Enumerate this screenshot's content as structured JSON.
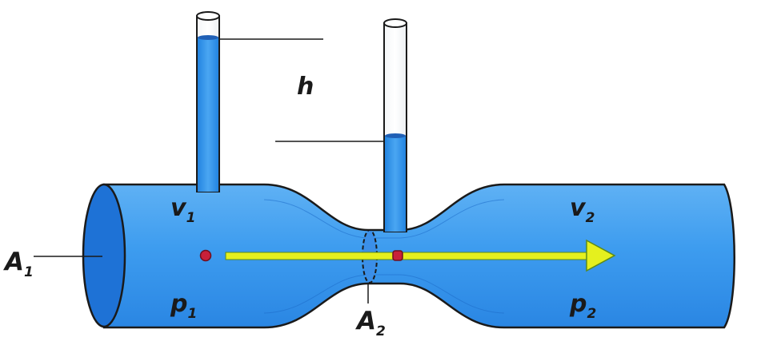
{
  "labels": {
    "h": "h",
    "A1_main": "A",
    "A1_sub": "1",
    "A2_main": "A",
    "A2_sub": "2",
    "v1_main": "v",
    "v1_sub": "1",
    "v2_main": "v",
    "v2_sub": "2",
    "p1_main": "p",
    "p1_sub": "1",
    "p2_main": "p",
    "p2_sub": "2"
  },
  "colors": {
    "pipe_fill": "#3f9ef0",
    "pipe_light": "#7cc1f7",
    "pipe_dark": "#1c6fd1",
    "outline": "#1a1a1a",
    "water": "#2b8fe6",
    "arrow": "#e5f01e",
    "dot": "#c8203a"
  }
}
